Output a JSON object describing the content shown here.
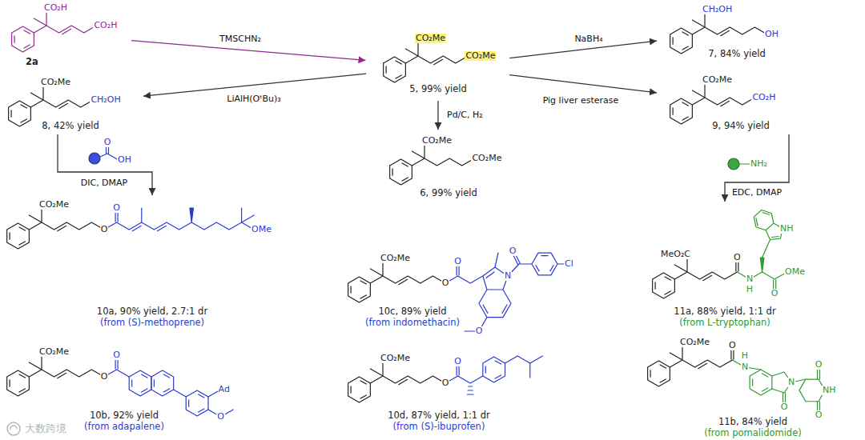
{
  "diagram": {
    "nodes": [
      {
        "text": [
          "2a"
        ]
      },
      {
        "text": [
          "5, 99% yield"
        ]
      },
      {
        "text": [
          "7, 84% yield"
        ]
      },
      {
        "text": [
          "8, 42% yield"
        ]
      },
      {
        "text": [
          "6, 99% yield"
        ]
      },
      {
        "text": [
          "9, 94% yield"
        ]
      },
      {
        "text": [
          "10a, 90% yield, 2.7:1 dr",
          "(from (S)-methoprene)"
        ]
      },
      {
        "text": [
          "10b, 92% yield",
          "(from adapalene)"
        ]
      },
      {
        "text": [
          "10c, 89% yield",
          "(from indomethacin)"
        ]
      },
      {
        "text": [
          "10d, 87% yield, 1:1 dr",
          "(from (S)-ibuprofen)"
        ]
      },
      {
        "text": [
          "11a, 88% yield, 1:1 dr",
          "(from L-tryptophan)"
        ]
      },
      {
        "text": [
          "11b, 84% yield",
          "(from pomalidomide)"
        ]
      }
    ],
    "edges": [
      {
        "from": 0,
        "to": 1,
        "label": "TMSCHN₂",
        "arrow": "to"
      },
      {
        "from": 1,
        "to": 2,
        "label": "NaBH₄",
        "arrow": "to"
      },
      {
        "from": 1,
        "to": 3,
        "label": "LiAlH(OᵗBu)₃",
        "arrow": "to"
      },
      {
        "from": 1,
        "to": 4,
        "label": "Pd/C, H₂",
        "arrow": "to"
      },
      {
        "from": 1,
        "to": 5,
        "label": "Pig liver esterase",
        "arrow": "to"
      },
      {
        "from": 3,
        "to": 6,
        "label": "DIC, DMAP",
        "arrow": "to"
      },
      {
        "from": 5,
        "to": 10,
        "label": "EDC, DMAP",
        "arrow": "to"
      }
    ],
    "labels": [
      "CO₂H",
      "CO₂H",
      "CO₂Me",
      "CO₂Me",
      "CH₂OH",
      "OH",
      "CO₂Me",
      "CH₂OH",
      "CO₂Me",
      "CO₂Me",
      "CO₂Me",
      "CO₂H",
      "O",
      "OH",
      "NH₂",
      "CO₂Me",
      "O",
      "O",
      "OMe",
      "CO₂Me",
      "O",
      "O",
      "Ad",
      "O",
      "CO₂Me",
      "O",
      "O",
      "N",
      "O",
      "Cl",
      "O",
      "CO₂Me",
      "O",
      "O",
      "MeO₂C",
      "O",
      "N",
      "H",
      "NH",
      "O",
      "OMe",
      "CO₂Me",
      "O",
      "H",
      "N",
      "O",
      "N",
      "O",
      "NH",
      "O",
      "大数跨境"
    ]
  }
}
